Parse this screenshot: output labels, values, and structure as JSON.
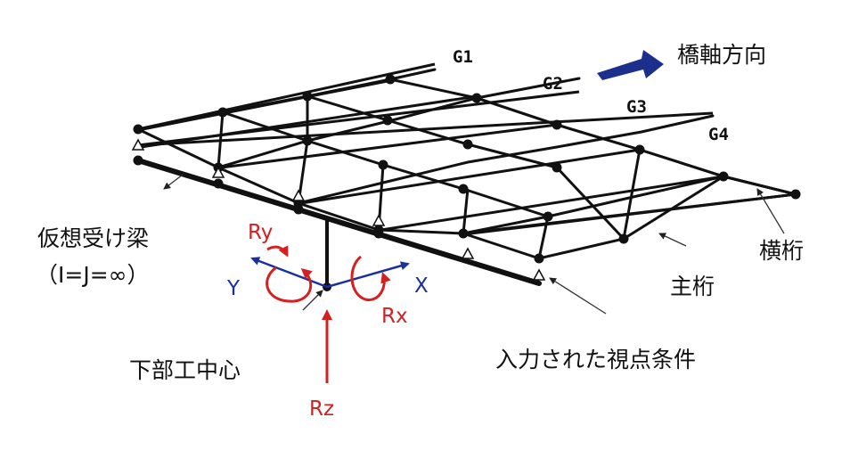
{
  "girders": [
    "G1",
    "G2",
    "G3",
    "G4"
  ],
  "bridge_axis_label": "橋軸方向",
  "labels": {
    "virtual_beam": "仮想受け梁",
    "virtual_beam_condition": "（I=J=∞）",
    "cross_beam": "横桁",
    "main_girder": "主桁",
    "substructure_center": "下部工中心",
    "input_viewpoint": "入力された視点条件"
  },
  "axes": {
    "x": "X",
    "y": "Y",
    "rx": "Rx",
    "ry": "Ry",
    "rz": "Rz"
  },
  "colors": {
    "frame": "#111111",
    "axis_blue": "#1a2fa0",
    "rotation_red": "#d42020",
    "arrow_navy": "#1c2f8c"
  }
}
